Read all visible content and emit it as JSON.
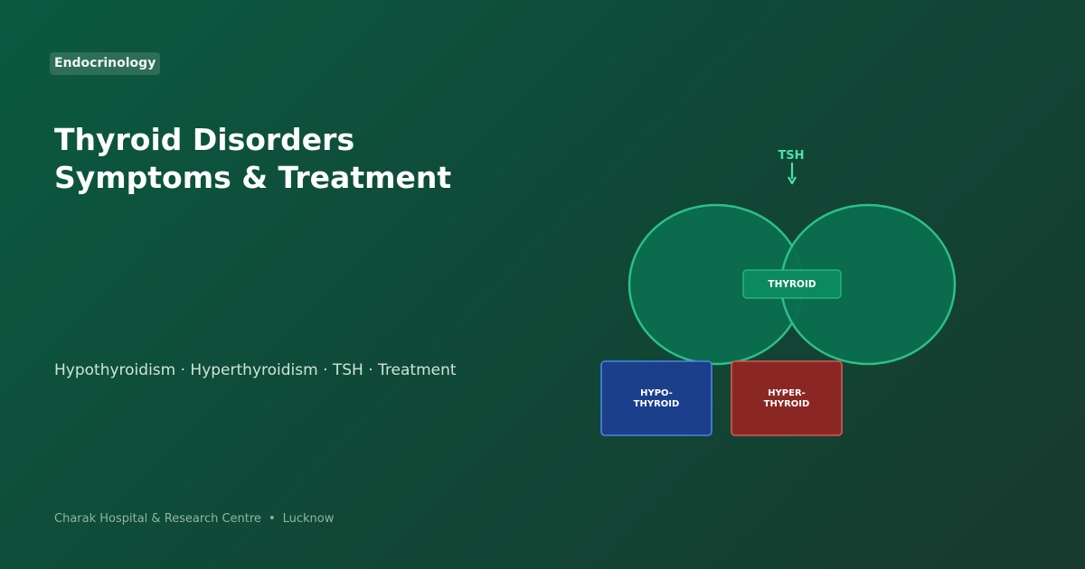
{
  "badge": "Endocrinology",
  "title": {
    "line1": "Thyroid Disorders",
    "line2": "Symptoms & Treatment"
  },
  "subtitle": "Hypothyroidism · Hyperthyroidism · TSH · Treatment",
  "footer": {
    "organization": "Charak Hospital & Research Centre",
    "separator": "•",
    "city": "Lucknow"
  },
  "diagram": {
    "hormone_label": "TSH",
    "gland_label": "THYROID",
    "hypo_label_line1": "HYPO-",
    "hypo_label_line2": "THYROID",
    "hyper_label_line1": "HYPER-",
    "hyper_label_line2": "THYROID"
  },
  "colors": {
    "background_start": "#0b5a40",
    "background_end": "#173a2e",
    "lobe_fill": "#0b6e4f",
    "lobe_stroke": "#2dbf86",
    "accent_green": "#4fe0a8",
    "hypo_blue": "#1c3f8c",
    "hyper_red": "#8a2723"
  }
}
